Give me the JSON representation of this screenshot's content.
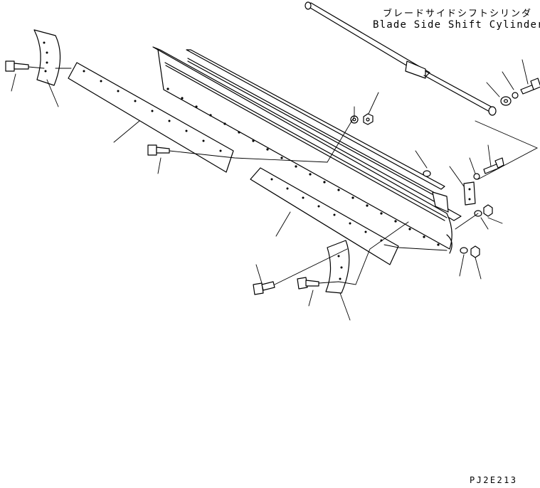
{
  "labels": {
    "cylinder_jp": "ブレードサイドシフトシリンダ",
    "cylinder_en": "Blade Side Shift Cylinder",
    "drawing_code": "PJ2E213"
  }
}
